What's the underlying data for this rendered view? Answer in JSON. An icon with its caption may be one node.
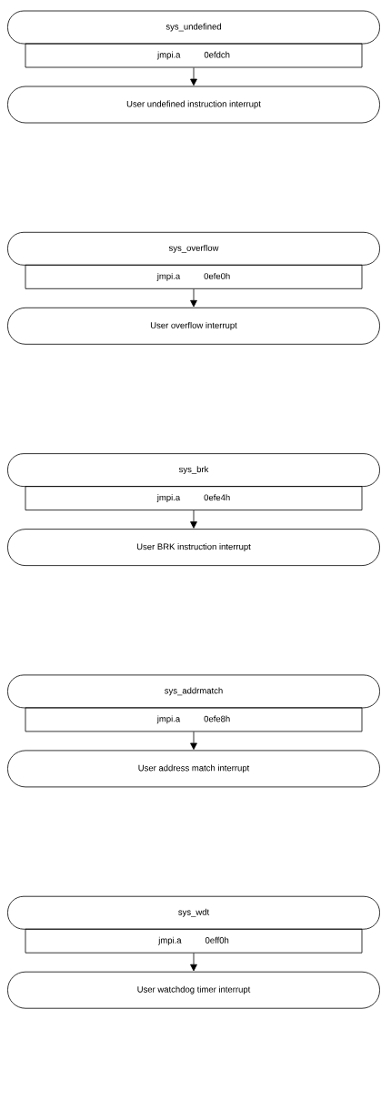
{
  "diagram": {
    "nodes": [
      {
        "text": [
          "sys_undefined"
        ]
      },
      {
        "text": [
          "jmpi.a",
          "0efdch"
        ]
      },
      {
        "text": [
          "User undefined instruction interrupt"
        ]
      },
      {
        "text": [
          "sys_overflow"
        ]
      },
      {
        "text": [
          "jmpi.a",
          "0efe0h"
        ]
      },
      {
        "text": [
          "User overflow interrupt"
        ]
      },
      {
        "text": [
          "sys_brk"
        ]
      },
      {
        "text": [
          "jmpi.a",
          "0efe4h"
        ]
      },
      {
        "text": [
          "User BRK instruction interrupt"
        ]
      },
      {
        "text": [
          "sys_addrmatch"
        ]
      },
      {
        "text": [
          "jmpi.a",
          "0efe8h"
        ]
      },
      {
        "text": [
          "User address match interrupt"
        ]
      },
      {
        "text": [
          "sys_wdt"
        ]
      },
      {
        "text": [
          "jmpi.a",
          "0eff0h"
        ]
      },
      {
        "text": [
          "User watchdog timer interrupt"
        ]
      }
    ],
    "edges": [
      {
        "from": 1,
        "to": 2,
        "arrow": "to"
      },
      {
        "from": 4,
        "to": 5,
        "arrow": "to"
      },
      {
        "from": 7,
        "to": 8,
        "arrow": "to"
      },
      {
        "from": 10,
        "to": 11,
        "arrow": "to"
      },
      {
        "from": 13,
        "to": 14,
        "arrow": "to"
      }
    ]
  }
}
